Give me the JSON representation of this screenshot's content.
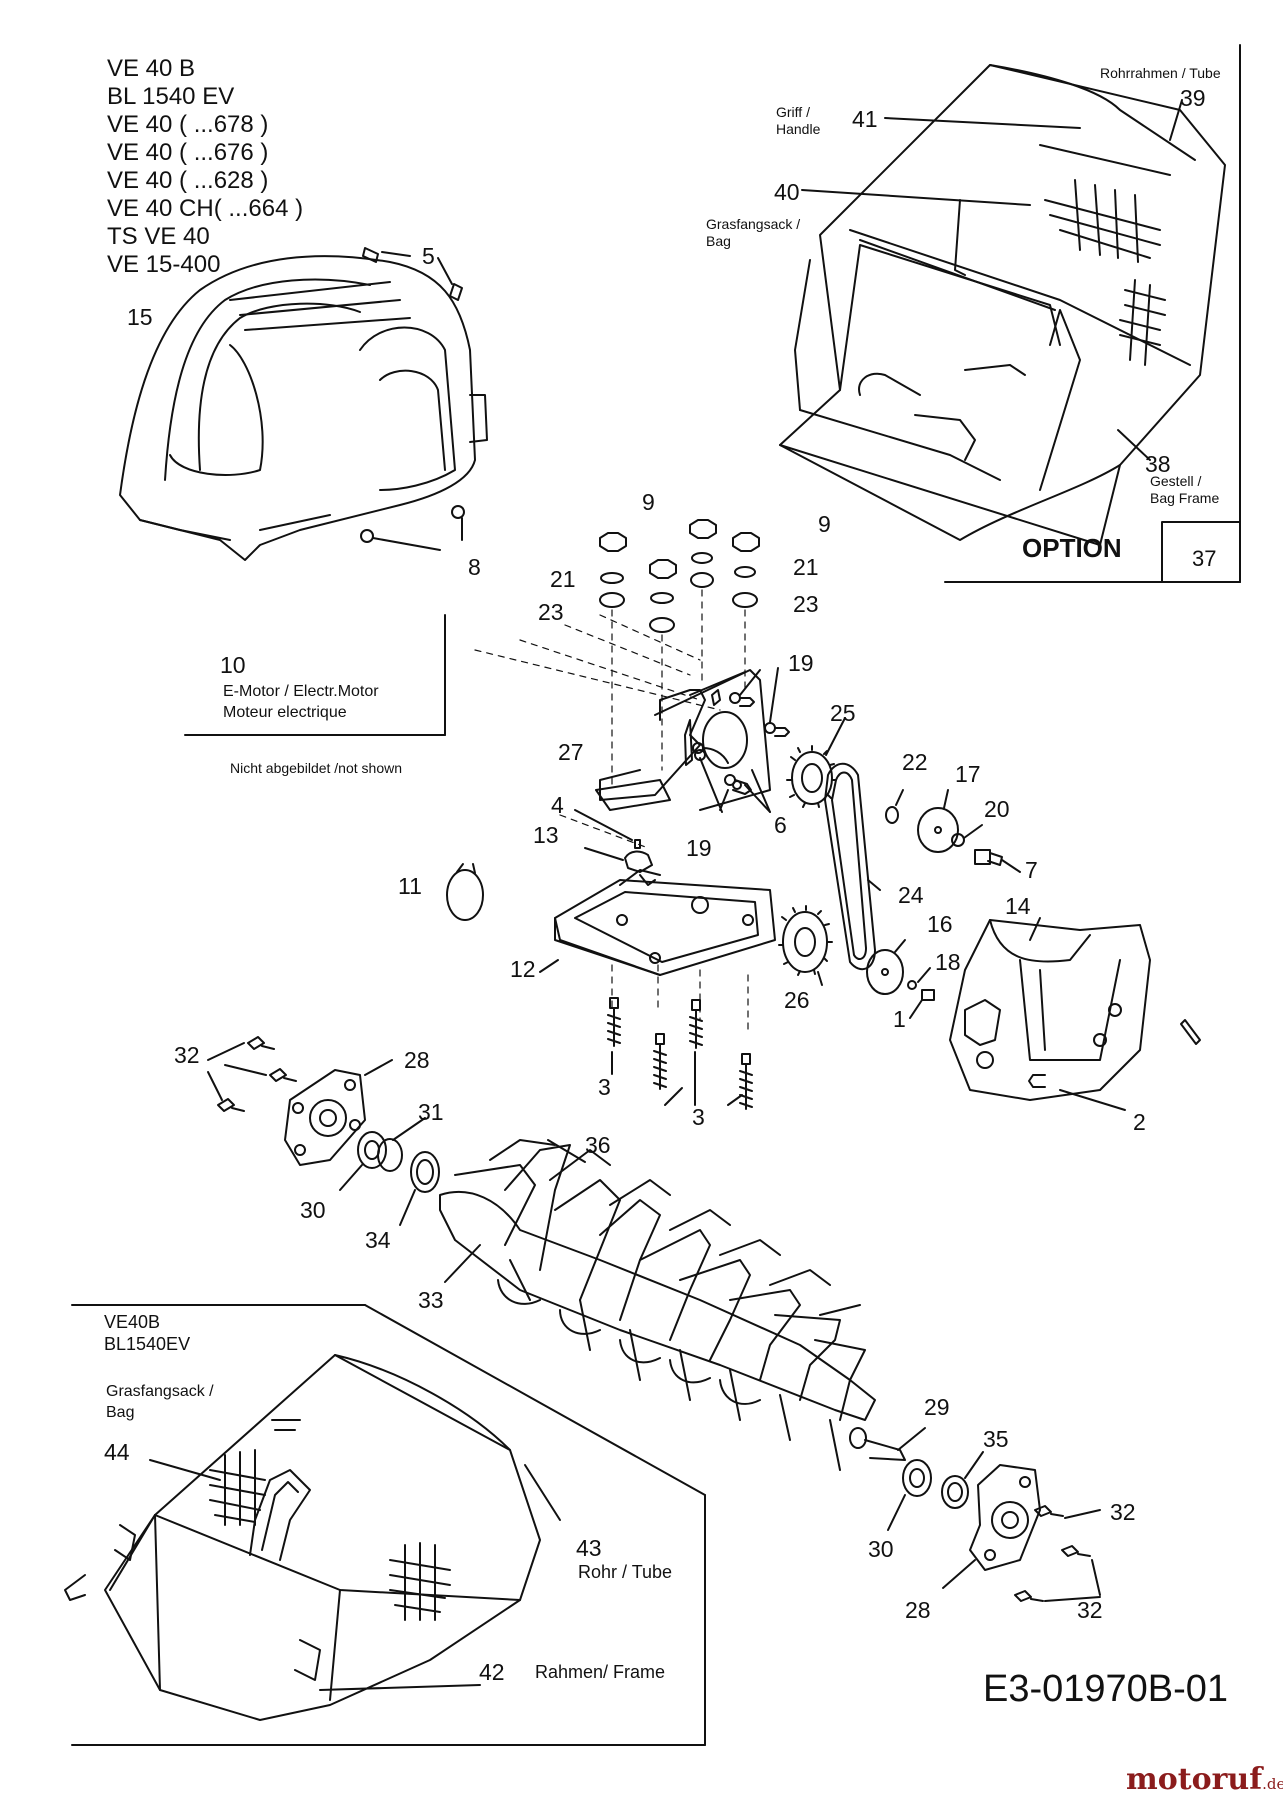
{
  "models": [
    "VE 40 B",
    "BL 1540 EV",
    "VE 40 ( ...678 )",
    "VE 40 ( ...676 )",
    "VE 40 ( ...628 )",
    "VE 40 CH( ...664 )",
    "TS VE 40",
    "VE 15-400"
  ],
  "option_box": {
    "title": "OPTION",
    "number": "37",
    "tube_label": "Rohrrahmen / Tube",
    "handle_label_1": "Griff /",
    "handle_label_2": "Handle",
    "bag_label_1": "Grasfangsack /",
    "bag_label_2": "Bag",
    "frame_label_1": "Gestell /",
    "frame_label_2": "Bag Frame"
  },
  "motor_box": {
    "number": "10",
    "label_1": "E-Motor / Electr.Motor",
    "label_2": "Moteur electrique",
    "not_shown": "Nicht abgebildet /not shown"
  },
  "lower_box": {
    "model_1": "VE40B",
    "model_2": "BL1540EV",
    "bag_label_1": "Grasfangsack /",
    "bag_label_2": "Bag",
    "tube_label": "Rohr / Tube",
    "frame_label": "Rahmen/ Frame"
  },
  "part_numbers": {
    "p1": "1",
    "p2": "2",
    "p3a": "3",
    "p3b": "3",
    "p4": "4",
    "p5": "5",
    "p6": "6",
    "p7": "7",
    "p8": "8",
    "p9a": "9",
    "p9b": "9",
    "p11": "11",
    "p12": "12",
    "p13": "13",
    "p14": "14",
    "p15": "15",
    "p16": "16",
    "p17": "17",
    "p18": "18",
    "p19a": "19",
    "p19b": "19",
    "p20": "20",
    "p21a": "21",
    "p21b": "21",
    "p22": "22",
    "p23a": "23",
    "p23b": "23",
    "p24": "24",
    "p25": "25",
    "p26": "26",
    "p27": "27",
    "p28a": "28",
    "p28b": "28",
    "p29": "29",
    "p30a": "30",
    "p30b": "30",
    "p31": "31",
    "p32a": "32",
    "p32b": "32",
    "p32c": "32",
    "p33": "33",
    "p34": "34",
    "p35": "35",
    "p36": "36",
    "p38": "38",
    "p39": "39",
    "p40": "40",
    "p41": "41",
    "p42": "42",
    "p43": "43",
    "p44": "44"
  },
  "drawing_code": "E3-01970B-01",
  "logo": {
    "main": "motoruf",
    "suffix": ".de",
    "color": "#8b1c1c"
  }
}
